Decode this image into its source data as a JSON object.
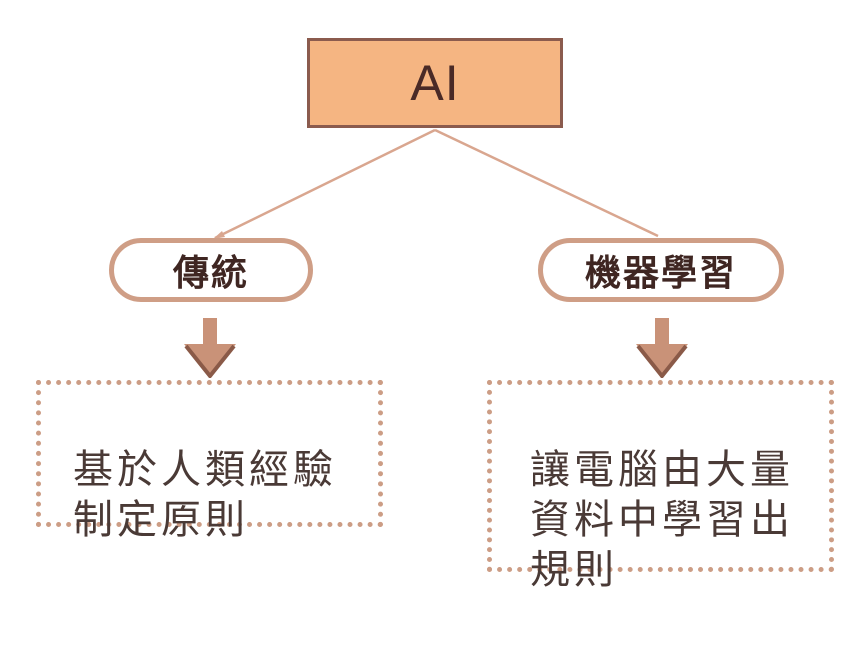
{
  "root": {
    "label": "AI"
  },
  "branches": [
    {
      "title": "傳統",
      "description": "基於人類經驗\n制定原則"
    },
    {
      "title": "機器學習",
      "description": "讓電腦由大量\n資料中學習出\n規則"
    }
  ],
  "colors": {
    "root_fill": "#f5b582",
    "root_border": "#8b5b4e",
    "connector": "#d9a68f",
    "pill_border": "#cf9e86",
    "arrow_fill": "#c99278",
    "arrow_tip": "#8a5a48",
    "dotted_border": "#cc9d85"
  }
}
